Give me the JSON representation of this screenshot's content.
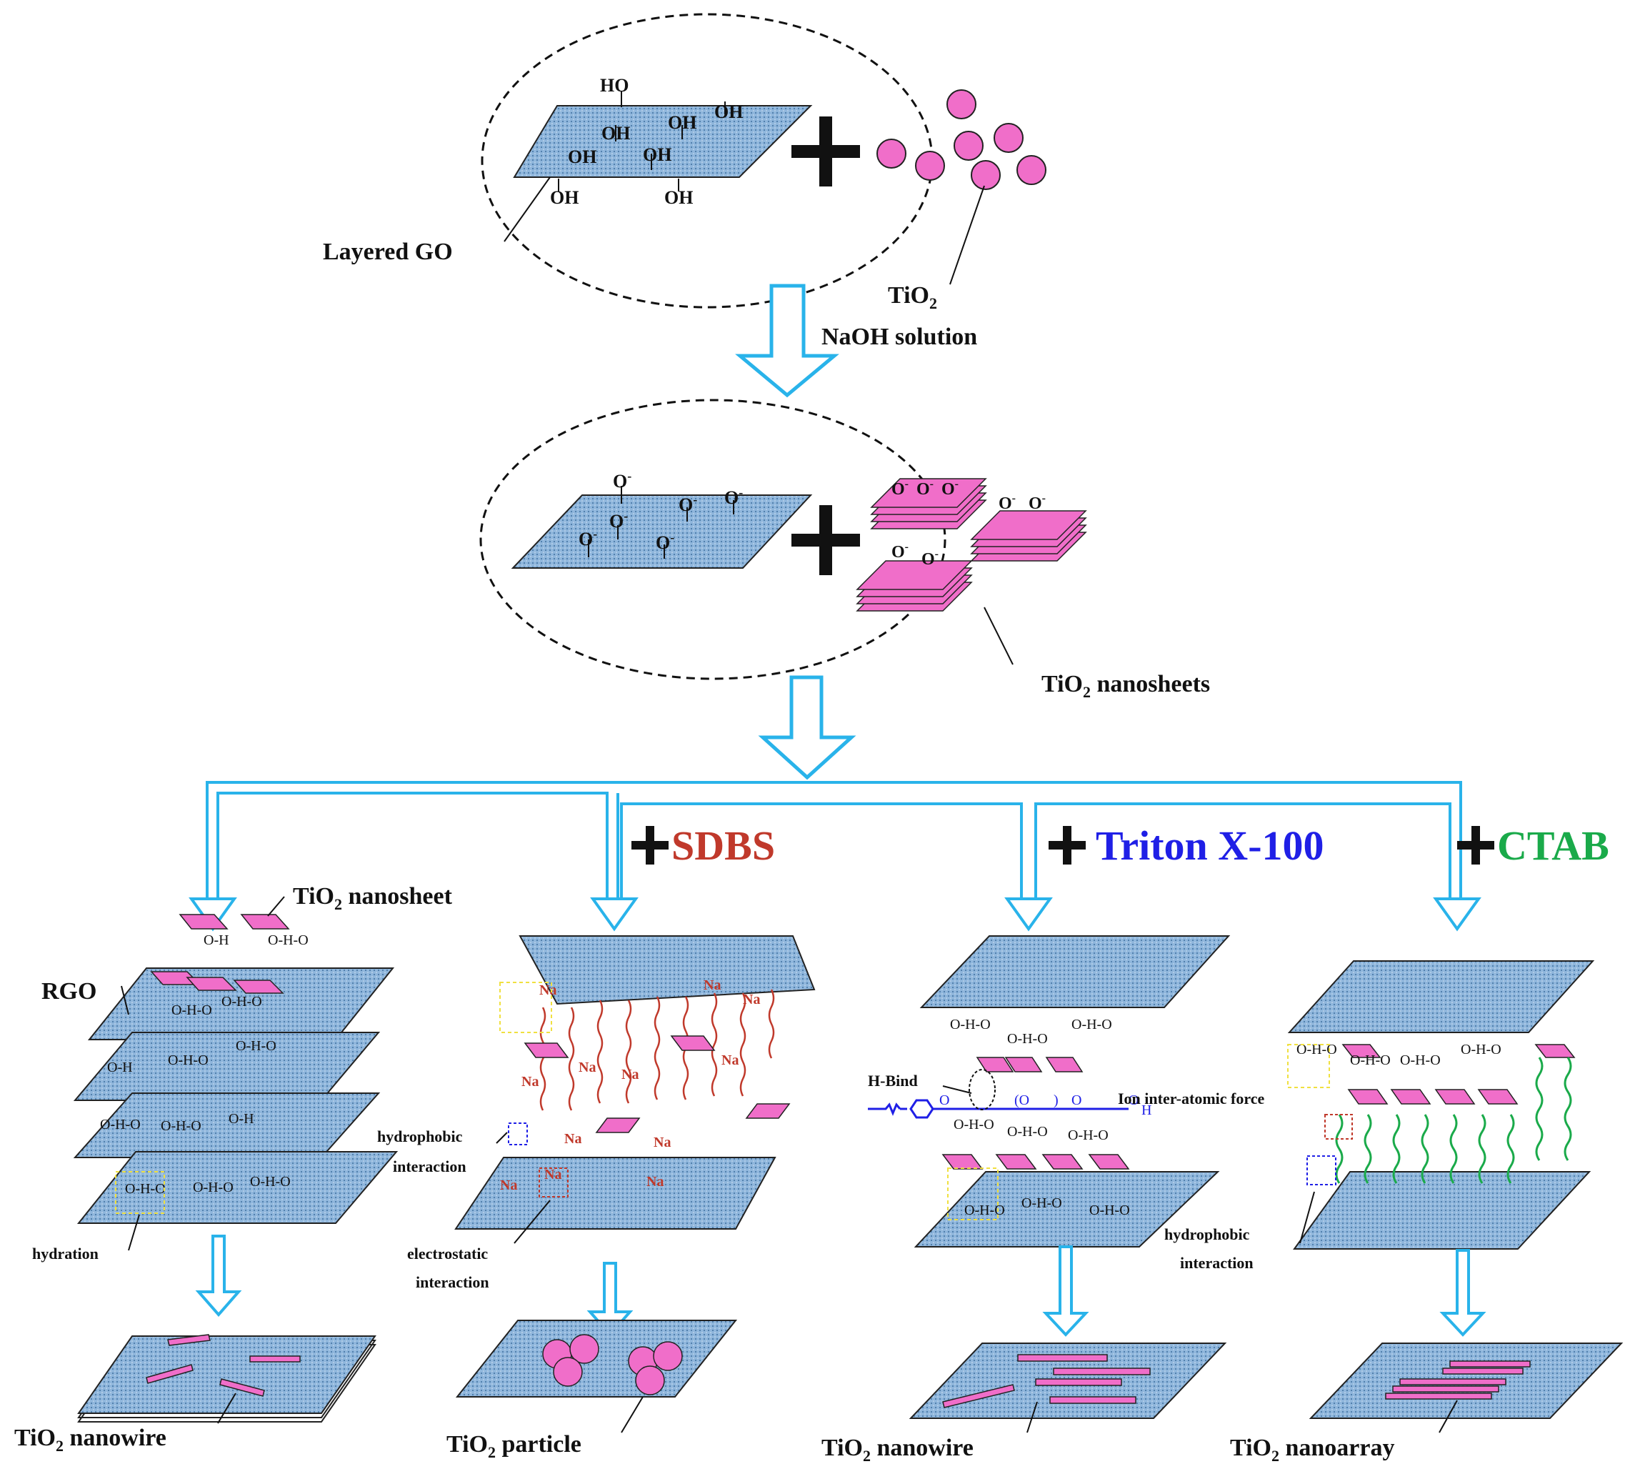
{
  "colors": {
    "sheet_fill": "#8fb6dc",
    "tio2_fill": "#f06ec9",
    "arrow_blue": "#29b3ea",
    "sdbs": "#c0392b",
    "triton": "#1f1fe6",
    "ctab": "#1aaa4a",
    "black": "#111111"
  },
  "top_stage": {
    "oh_labels": [
      "HO",
      "OH",
      "OH",
      "OH",
      "OH",
      "OH",
      "OH",
      "OH"
    ],
    "layered_go_label": "Layered GO",
    "tio2_label": "TiO",
    "tio2_sub": "2",
    "plus_symbol": "+"
  },
  "arrow1": {
    "label": "NaOH solution"
  },
  "middle_stage": {
    "ion_label": "O",
    "ion_charge": "-",
    "nanosheets_label": "TiO",
    "nanosheets_sub": "2",
    "nanosheets_suffix": " nanosheets"
  },
  "branches": [
    {
      "surfactant": "",
      "color_key": "black",
      "labels": {
        "tio2_nanosheet": "TiO",
        "tio2_nanosheet_sub": "2",
        "tio2_nanosheet_suffix": " nanosheet",
        "rgo": "RGO",
        "hydration": "hydration"
      },
      "product_prefix": "TiO",
      "product_sub": "2",
      "product_suffix": " nanowire"
    },
    {
      "surfactant": "SDBS",
      "color_key": "sdbs",
      "labels": {
        "hydrophobic": "hydrophobic",
        "interaction": "interaction",
        "electrostatic": "electrostatic",
        "interaction2": "interaction",
        "na": "Na"
      },
      "product_prefix": "TiO",
      "product_sub": "2",
      "product_suffix": " particle"
    },
    {
      "surfactant": "Triton X-100",
      "color_key": "triton",
      "labels": {
        "h_bind": "H-Bind",
        "ion_force": "Ion inter-atomic force"
      },
      "product_prefix": "TiO",
      "product_sub": "2",
      "product_suffix": " nanowire"
    },
    {
      "surfactant": "CTAB",
      "color_key": "ctab",
      "labels": {
        "hydrophobic": "hydrophobic",
        "interaction": "interaction"
      },
      "product_prefix": "TiO",
      "product_sub": "2",
      "product_suffix": " nanoarray"
    }
  ]
}
